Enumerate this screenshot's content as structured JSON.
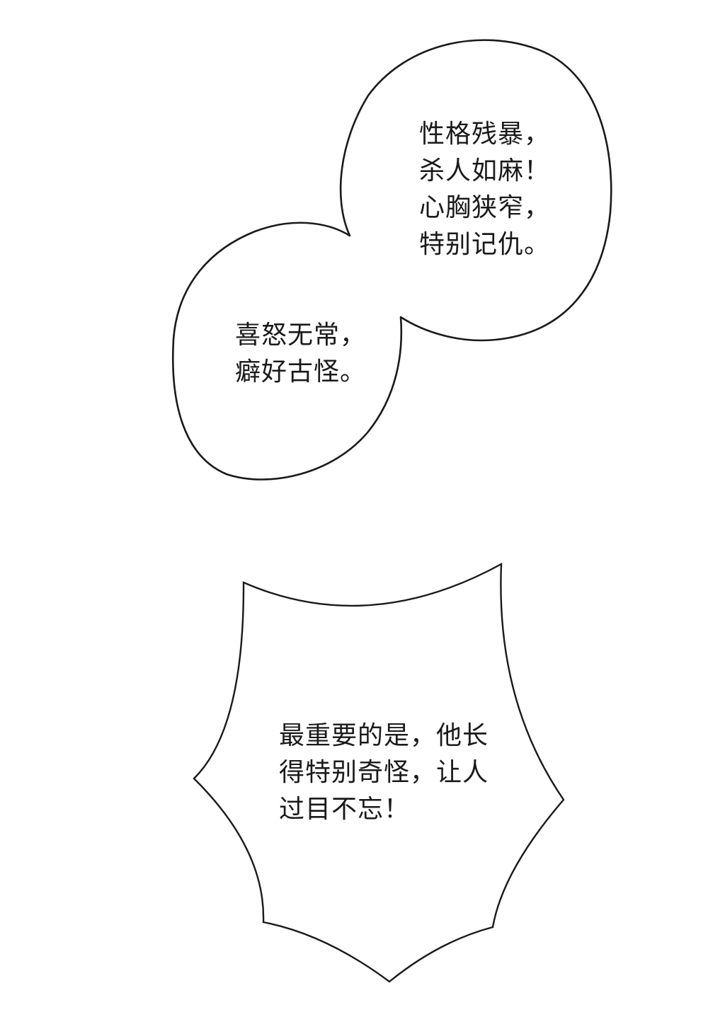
{
  "bubbles": {
    "right_oval": {
      "lines": [
        "性格残暴，",
        "杀人如麻！",
        "心胸狭窄，",
        "特别记仇。"
      ]
    },
    "left_oval": {
      "lines": [
        "喜怒无常，",
        "癖好古怪。"
      ]
    },
    "burst": {
      "lines": [
        "最重要的是，他长",
        "得特别奇怪，让人",
        "过目不忘！"
      ]
    }
  },
  "colors": {
    "background": "#ffffff",
    "outline": "#1a1a1a",
    "text": "#1a1a1a"
  }
}
